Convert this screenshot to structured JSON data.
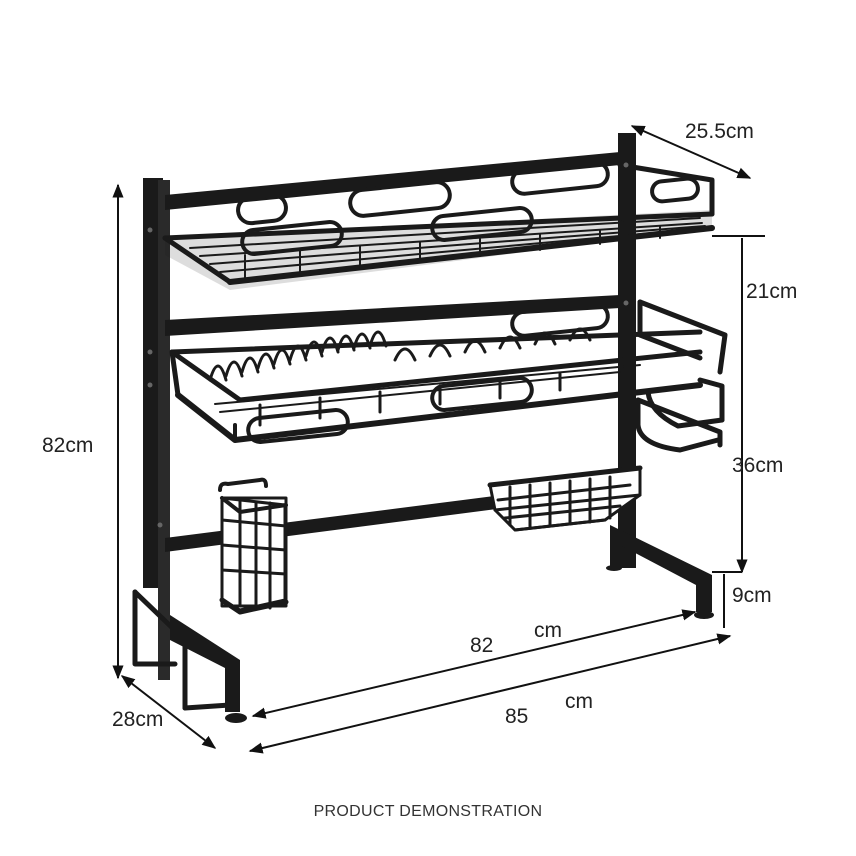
{
  "dimensions": {
    "depth_top": "25.5cm",
    "top_gap": "21cm",
    "total_height": "82cm",
    "middle_gap": "36cm",
    "foot_height": "9cm",
    "depth_base": "28cm",
    "inner_width_value": "82",
    "inner_width_unit": "cm",
    "outer_width_value": "85",
    "outer_width_unit": "cm"
  },
  "caption": "PRODUCT DEMONSTRATION",
  "colors": {
    "rack": "#1a1a1a",
    "line": "#111111",
    "text": "#222222"
  }
}
